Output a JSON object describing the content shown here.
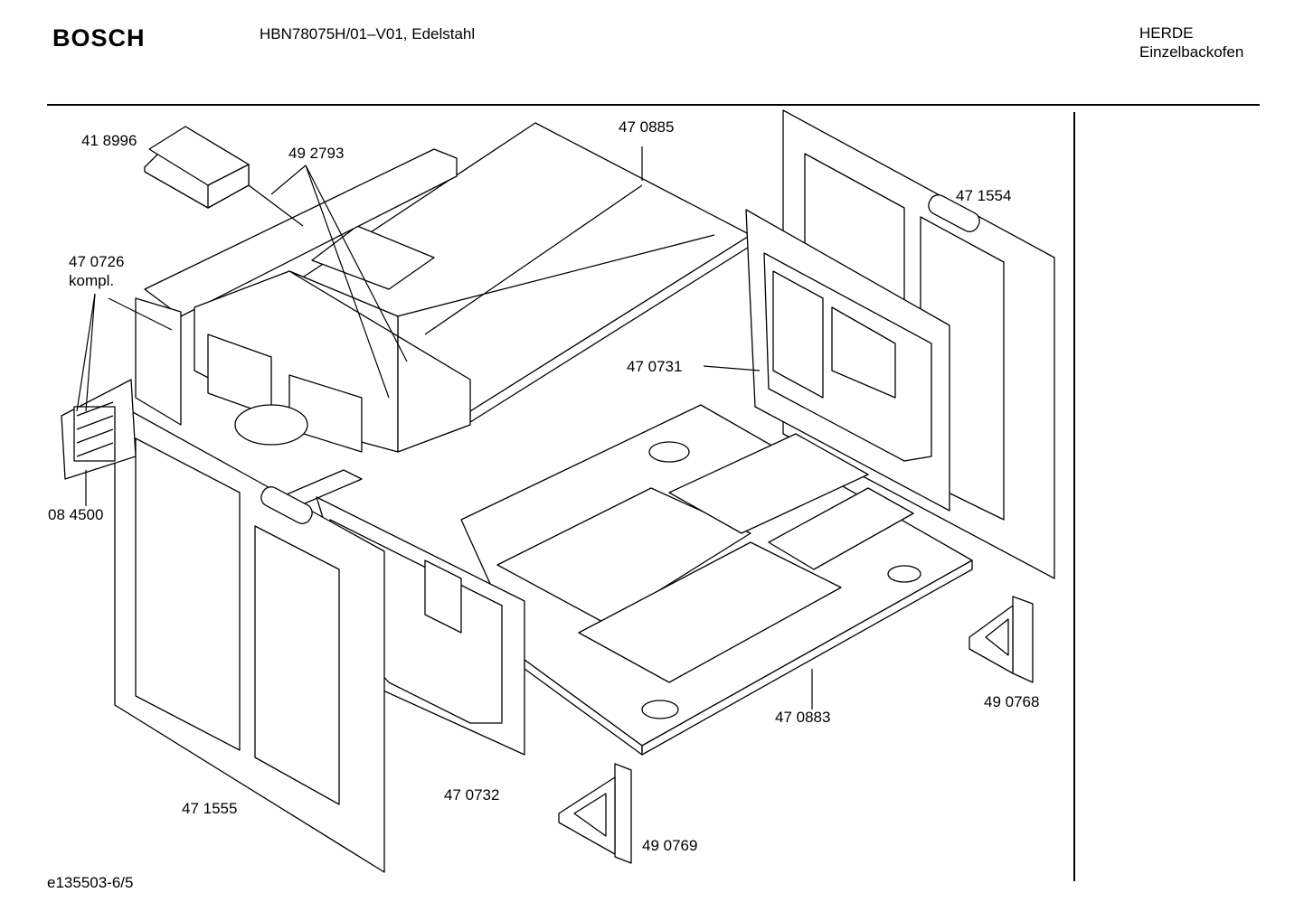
{
  "header": {
    "brand": "BOSCH",
    "model": "HBN78075H/01–V01, Edelstahl",
    "category_line1": "HERDE",
    "category_line2": "Einzelbackofen"
  },
  "footer": {
    "document_id": "e135503-6/5"
  },
  "parts": {
    "p418996": "41 8996",
    "p492793": "49 2793",
    "p470885": "47 0885",
    "p471554": "47 1554",
    "p470726": "47 0726",
    "p470726_note": "kompl.",
    "p470731": "47 0731",
    "p084500": "08 4500",
    "p490768": "49 0768",
    "p470883": "47 0883",
    "p470732": "47 0732",
    "p471555": "47 1555",
    "p490769": "49 0769"
  }
}
